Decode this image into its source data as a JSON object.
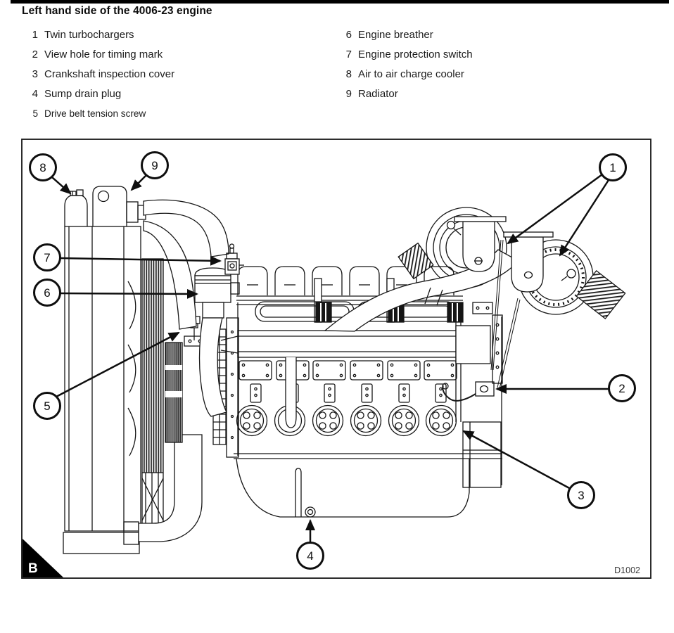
{
  "page": {
    "title": "Left hand side of the 4006-23 engine",
    "figure_code": "D1002",
    "corner_label": "B"
  },
  "legend": {
    "left": [
      {
        "num": "1",
        "label": "Twin turbochargers"
      },
      {
        "num": "2",
        "label": "View hole for timing mark"
      },
      {
        "num": "3",
        "label": "Crankshaft inspection cover"
      },
      {
        "num": "4",
        "label": "Sump drain plug"
      },
      {
        "num": "5",
        "label": "Drive belt tension screw"
      }
    ],
    "right": [
      {
        "num": "6",
        "label": "Engine breather"
      },
      {
        "num": "7",
        "label": "Engine protection switch"
      },
      {
        "num": "8",
        "label": "Air to air charge cooler"
      },
      {
        "num": "9",
        "label": "Radiator"
      }
    ]
  },
  "callouts": [
    {
      "num": "1"
    },
    {
      "num": "2"
    },
    {
      "num": "3"
    },
    {
      "num": "4"
    },
    {
      "num": "5"
    },
    {
      "num": "6"
    },
    {
      "num": "7"
    },
    {
      "num": "8"
    },
    {
      "num": "9"
    }
  ],
  "colors": {
    "line": "#161616",
    "background": "#ffffff",
    "rule": "#000000"
  }
}
